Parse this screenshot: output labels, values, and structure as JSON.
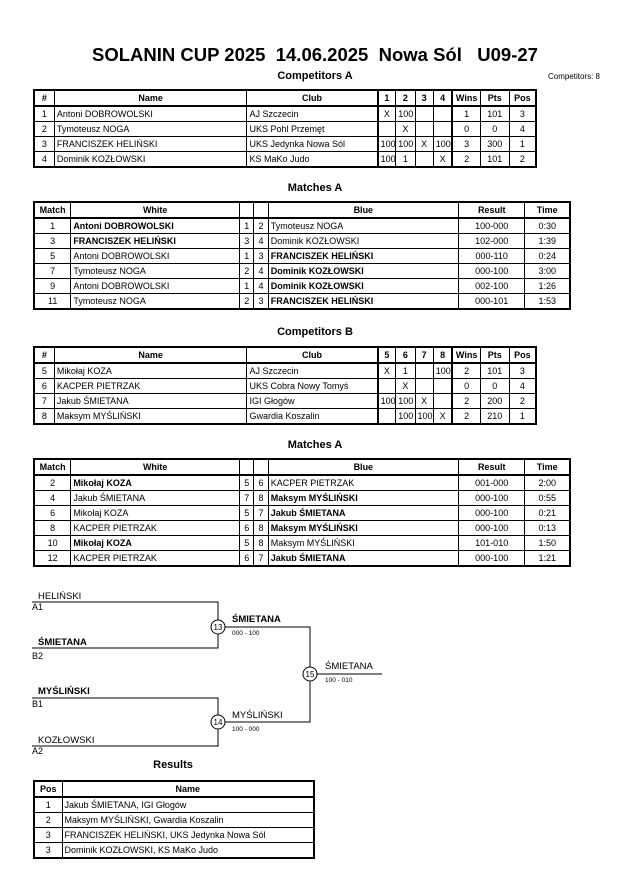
{
  "header": {
    "title": "SOLANIN CUP 2025  14.06.2025  Nowa Sól   U09-27",
    "competitors_count": "Competitors: 8"
  },
  "competitors_a": {
    "title": "Competitors A",
    "cols": [
      "#",
      "Name",
      "Club",
      "1",
      "2",
      "3",
      "4",
      "Wins",
      "Pts",
      "Pos"
    ],
    "rows": [
      [
        "1",
        "Antoni DOBROWOLSKI",
        "AJ Szczecin",
        "X",
        "100",
        "",
        "",
        "1",
        "101",
        "3"
      ],
      [
        "2",
        "Tymoteusz NOGA",
        "UKS Pohl Przemęt",
        "",
        "X",
        "",
        "",
        "0",
        "0",
        "4"
      ],
      [
        "3",
        "FRANCISZEK HELIŃSKI",
        "UKS Jedynka Nowa Sól",
        "100",
        "100",
        "X",
        "100",
        "3",
        "300",
        "1"
      ],
      [
        "4",
        "Dominik KOZŁOWSKI",
        "KS MaKo Judo",
        "100",
        "1",
        "",
        "X",
        "2",
        "101",
        "2"
      ]
    ]
  },
  "matches_a": {
    "title": "Matches A",
    "cols": [
      "Match",
      "White",
      "Blue",
      "Result",
      "Time"
    ],
    "rows": [
      {
        "m": "1",
        "white": "Antoni DOBROWOLSKI",
        "w": "1",
        "b": "2",
        "blue": "Tymoteusz NOGA",
        "result": "100-000",
        "time": "0:30",
        "winner": "white"
      },
      {
        "m": "3",
        "white": "FRANCISZEK HELIŃSKI",
        "w": "3",
        "b": "4",
        "blue": "Dominik KOZŁOWSKI",
        "result": "102-000",
        "time": "1:39",
        "winner": "white"
      },
      {
        "m": "5",
        "white": "Antoni DOBROWOLSKI",
        "w": "1",
        "b": "3",
        "blue": "FRANCISZEK HELIŃSKI",
        "result": "000-110",
        "time": "0:24",
        "winner": "blue"
      },
      {
        "m": "7",
        "white": "Tymoteusz NOGA",
        "w": "2",
        "b": "4",
        "blue": "Dominik KOZŁOWSKI",
        "result": "000-100",
        "time": "3:00",
        "winner": "blue"
      },
      {
        "m": "9",
        "white": "Antoni DOBROWOLSKI",
        "w": "1",
        "b": "4",
        "blue": "Dominik KOZŁOWSKI",
        "result": "002-100",
        "time": "1:26",
        "winner": "blue"
      },
      {
        "m": "11",
        "white": "Tymoteusz NOGA",
        "w": "2",
        "b": "3",
        "blue": "FRANCISZEK HELIŃSKI",
        "result": "000-101",
        "time": "1:53",
        "winner": "blue"
      }
    ]
  },
  "competitors_b": {
    "title": "Competitors B",
    "cols": [
      "#",
      "Name",
      "Club",
      "5",
      "6",
      "7",
      "8",
      "Wins",
      "Pts",
      "Pos"
    ],
    "rows": [
      [
        "5",
        "Mikołaj KOZA",
        "AJ Szczecin",
        "X",
        "1",
        "",
        "100",
        "2",
        "101",
        "3"
      ],
      [
        "6",
        "KACPER PIETRZAK",
        "UKS Cobra Nowy Tomyś",
        "",
        "X",
        "",
        "",
        "0",
        "0",
        "4"
      ],
      [
        "7",
        "Jakub ŚMIETANA",
        "IGI Głogów",
        "100",
        "100",
        "X",
        "",
        "2",
        "200",
        "2"
      ],
      [
        "8",
        "Maksym MYŚLIŃSKI",
        "Gwardia Koszalin",
        "",
        "100",
        "100",
        "X",
        "2",
        "210",
        "1"
      ]
    ]
  },
  "matches_b": {
    "title": "Matches A",
    "cols": [
      "Match",
      "White",
      "Blue",
      "Result",
      "Time"
    ],
    "rows": [
      {
        "m": "2",
        "white": "Mikołaj KOZA",
        "w": "5",
        "b": "6",
        "blue": "KACPER PIETRZAK",
        "result": "001-000",
        "time": "2:00",
        "winner": "white"
      },
      {
        "m": "4",
        "white": "Jakub ŚMIETANA",
        "w": "7",
        "b": "8",
        "blue": "Maksym MYŚLIŃSKI",
        "result": "000-100",
        "time": "0:55",
        "winner": "blue"
      },
      {
        "m": "6",
        "white": "Mikołaj KOZA",
        "w": "5",
        "b": "7",
        "blue": "Jakub ŚMIETANA",
        "result": "000-100",
        "time": "0:21",
        "winner": "blue"
      },
      {
        "m": "8",
        "white": "KACPER PIETRZAK",
        "w": "6",
        "b": "8",
        "blue": "Maksym MYŚLIŃSKI",
        "result": "000-100",
        "time": "0:13",
        "winner": "blue"
      },
      {
        "m": "10",
        "white": "Mikołaj KOZA",
        "w": "5",
        "b": "8",
        "blue": "Maksym MYŚLIŃSKI",
        "result": "101-010",
        "time": "1:50",
        "winner": "white"
      },
      {
        "m": "12",
        "white": "KACPER PIETRZAK",
        "w": "6",
        "b": "7",
        "blue": "Jakub ŚMIETANA",
        "result": "000-100",
        "time": "1:21",
        "winner": "blue"
      }
    ]
  },
  "bracket": {
    "sf1": {
      "white": "HELIŃSKI",
      "white_seed": "A1",
      "blue": "ŚMIETANA",
      "blue_seed": "B2",
      "match": "13",
      "winner": "ŚMIETANA",
      "score": "000 - 100"
    },
    "sf2": {
      "white": "MYŚLIŃSKI",
      "white_seed": "B1",
      "blue": "KOZŁOWSKI",
      "blue_seed": "A2",
      "match": "14",
      "winner": "MYŚLIŃSKI",
      "score": "100 - 000"
    },
    "final": {
      "match": "15",
      "winner": "ŚMIETANA",
      "score": "100 - 010"
    }
  },
  "results": {
    "title": "Results",
    "cols": [
      "Pos",
      "Name"
    ],
    "rows": [
      [
        "1",
        "Jakub ŚMIETANA, IGI Głogów"
      ],
      [
        "2",
        "Maksym MYŚLIŃSKI, Gwardia Koszalin"
      ],
      [
        "3",
        "FRANCISZEK HELIŃSKI, UKS Jedynka Nowa Sól"
      ],
      [
        "3",
        "Dominik KOZŁOWSKI, KS MaKo Judo"
      ]
    ]
  }
}
